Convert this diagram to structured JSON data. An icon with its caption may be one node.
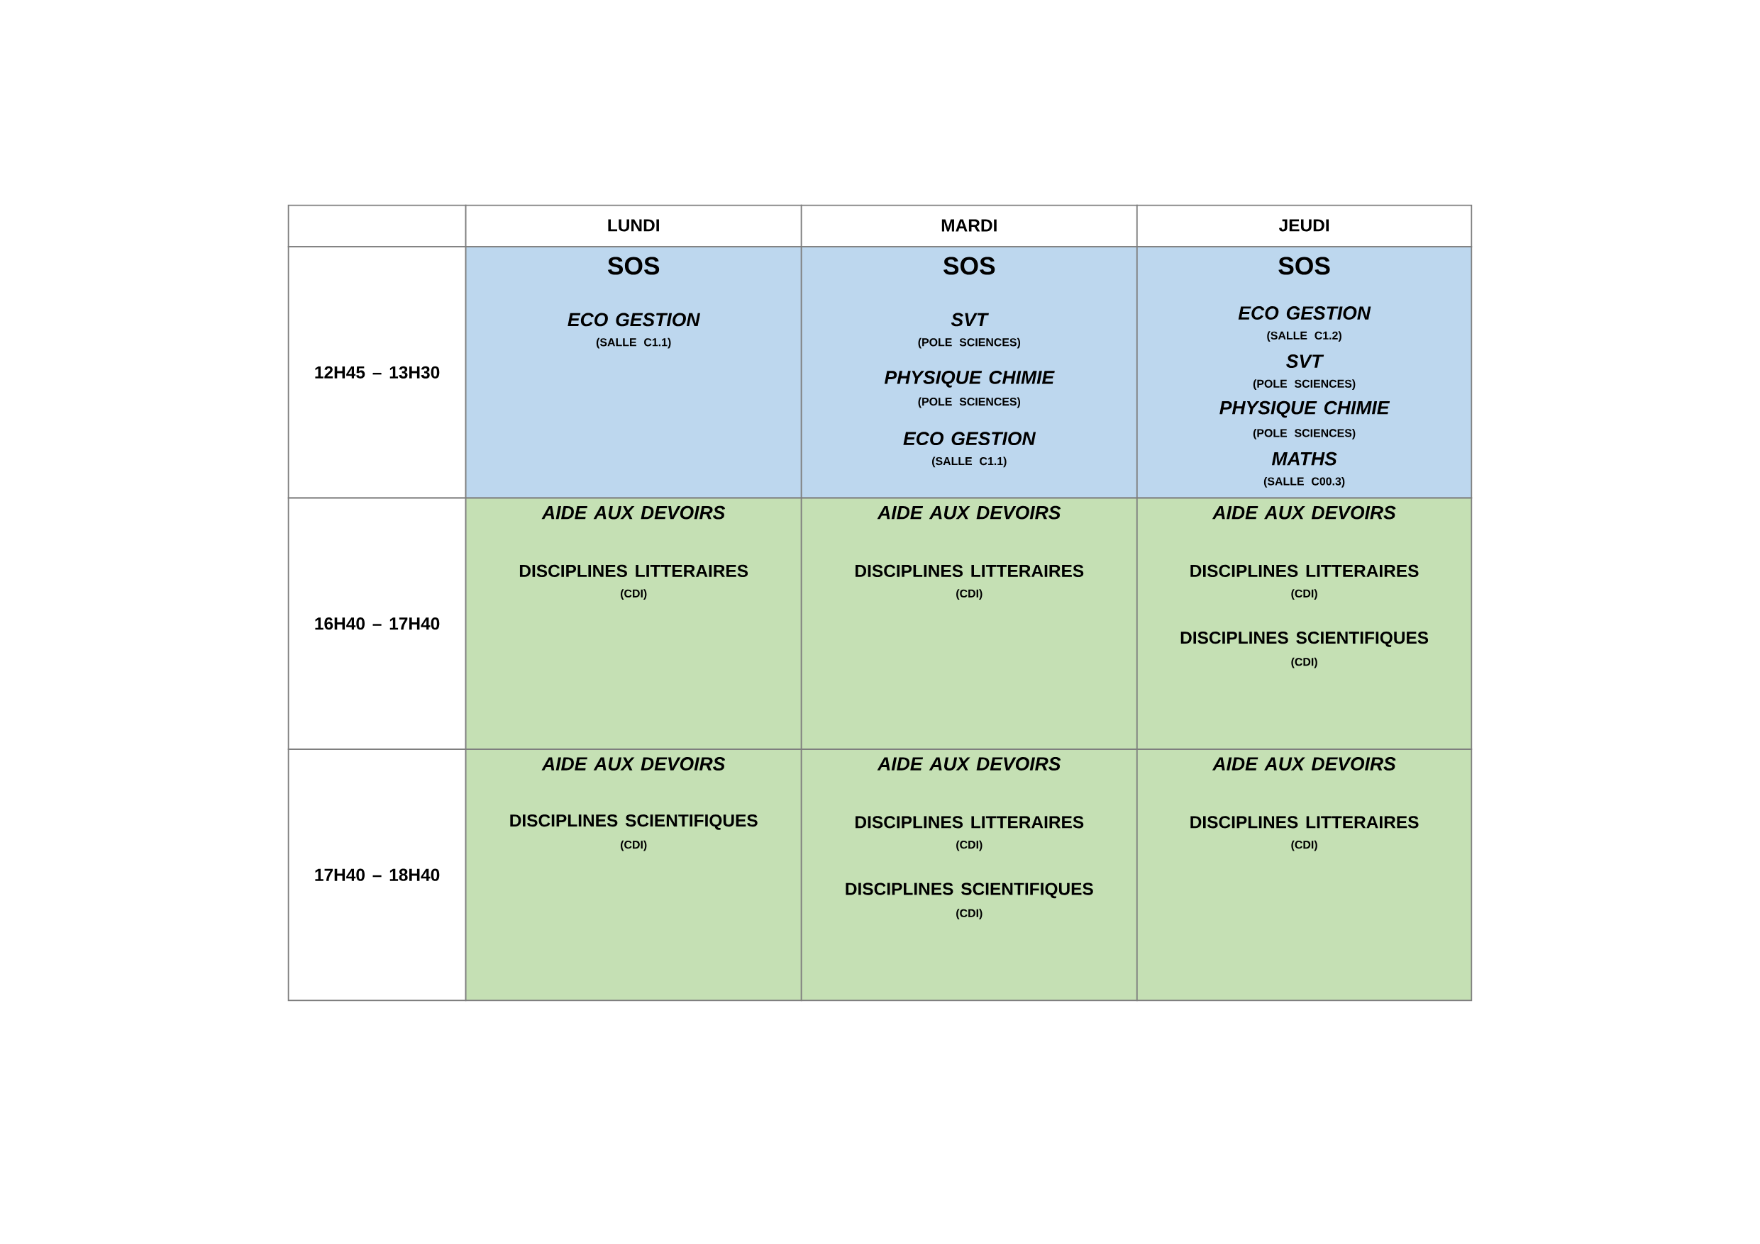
{
  "diagram": {
    "nodes": [
      {
        "text": [],
        "shape": "box"
      },
      {
        "text": [
          "LUNDI"
        ]
      },
      {
        "text": [
          "MARDI"
        ]
      },
      {
        "text": [
          "JEUDI"
        ]
      },
      {
        "text": [
          "12H45 – 13H30"
        ]
      },
      {
        "text": [
          "SOS",
          "ECO GESTION",
          "(SALLE C1.1)"
        ]
      },
      {
        "text": [
          "SOS",
          "SVT",
          "(POLE SCIENCES)",
          "PHYSIQUE CHIMIE",
          "(POLE SCIENCES)",
          "ECO GESTION",
          "(SALLE C1.1)"
        ]
      },
      {
        "text": [
          "SOS",
          "ECO GESTION",
          "(SALLE C1.2)",
          "SVT",
          "(POLE SCIENCES)",
          "PHYSIQUE CHIMIE",
          "(POLE SCIENCES)",
          "MATHS",
          "(SALLE C00.3)"
        ]
      },
      {
        "text": [
          "16H40 – 17H40"
        ]
      },
      {
        "text": [
          "AIDE AUX DEVOIRS",
          "DISCIPLINES LITTERAIRES",
          "(CDI)"
        ]
      },
      {
        "text": [
          "AIDE AUX DEVOIRS",
          "DISCIPLINES LITTERAIRES",
          "(CDI)"
        ]
      },
      {
        "text": [
          "AIDE AUX DEVOIRS",
          "DISCIPLINES LITTERAIRES",
          "(CDI)",
          "DISCIPLINES SCIENTIFIQUES",
          "(CDI)"
        ]
      },
      {
        "text": [
          "17H40 – 18H40"
        ]
      },
      {
        "text": [
          "AIDE AUX DEVOIRS",
          "DISCIPLINES SCIENTIFIQUES",
          "(CDI)"
        ]
      },
      {
        "text": [
          "AIDE AUX DEVOIRS",
          "DISCIPLINES LITTERAIRES",
          "(CDI)",
          "DISCIPLINES SCIENTIFIQUES",
          "(CDI)"
        ]
      },
      {
        "text": [
          "AIDE AUX DEVOIRS",
          "DISCIPLINES LITTERAIRES",
          "(CDI)"
        ]
      }
    ]
  }
}
